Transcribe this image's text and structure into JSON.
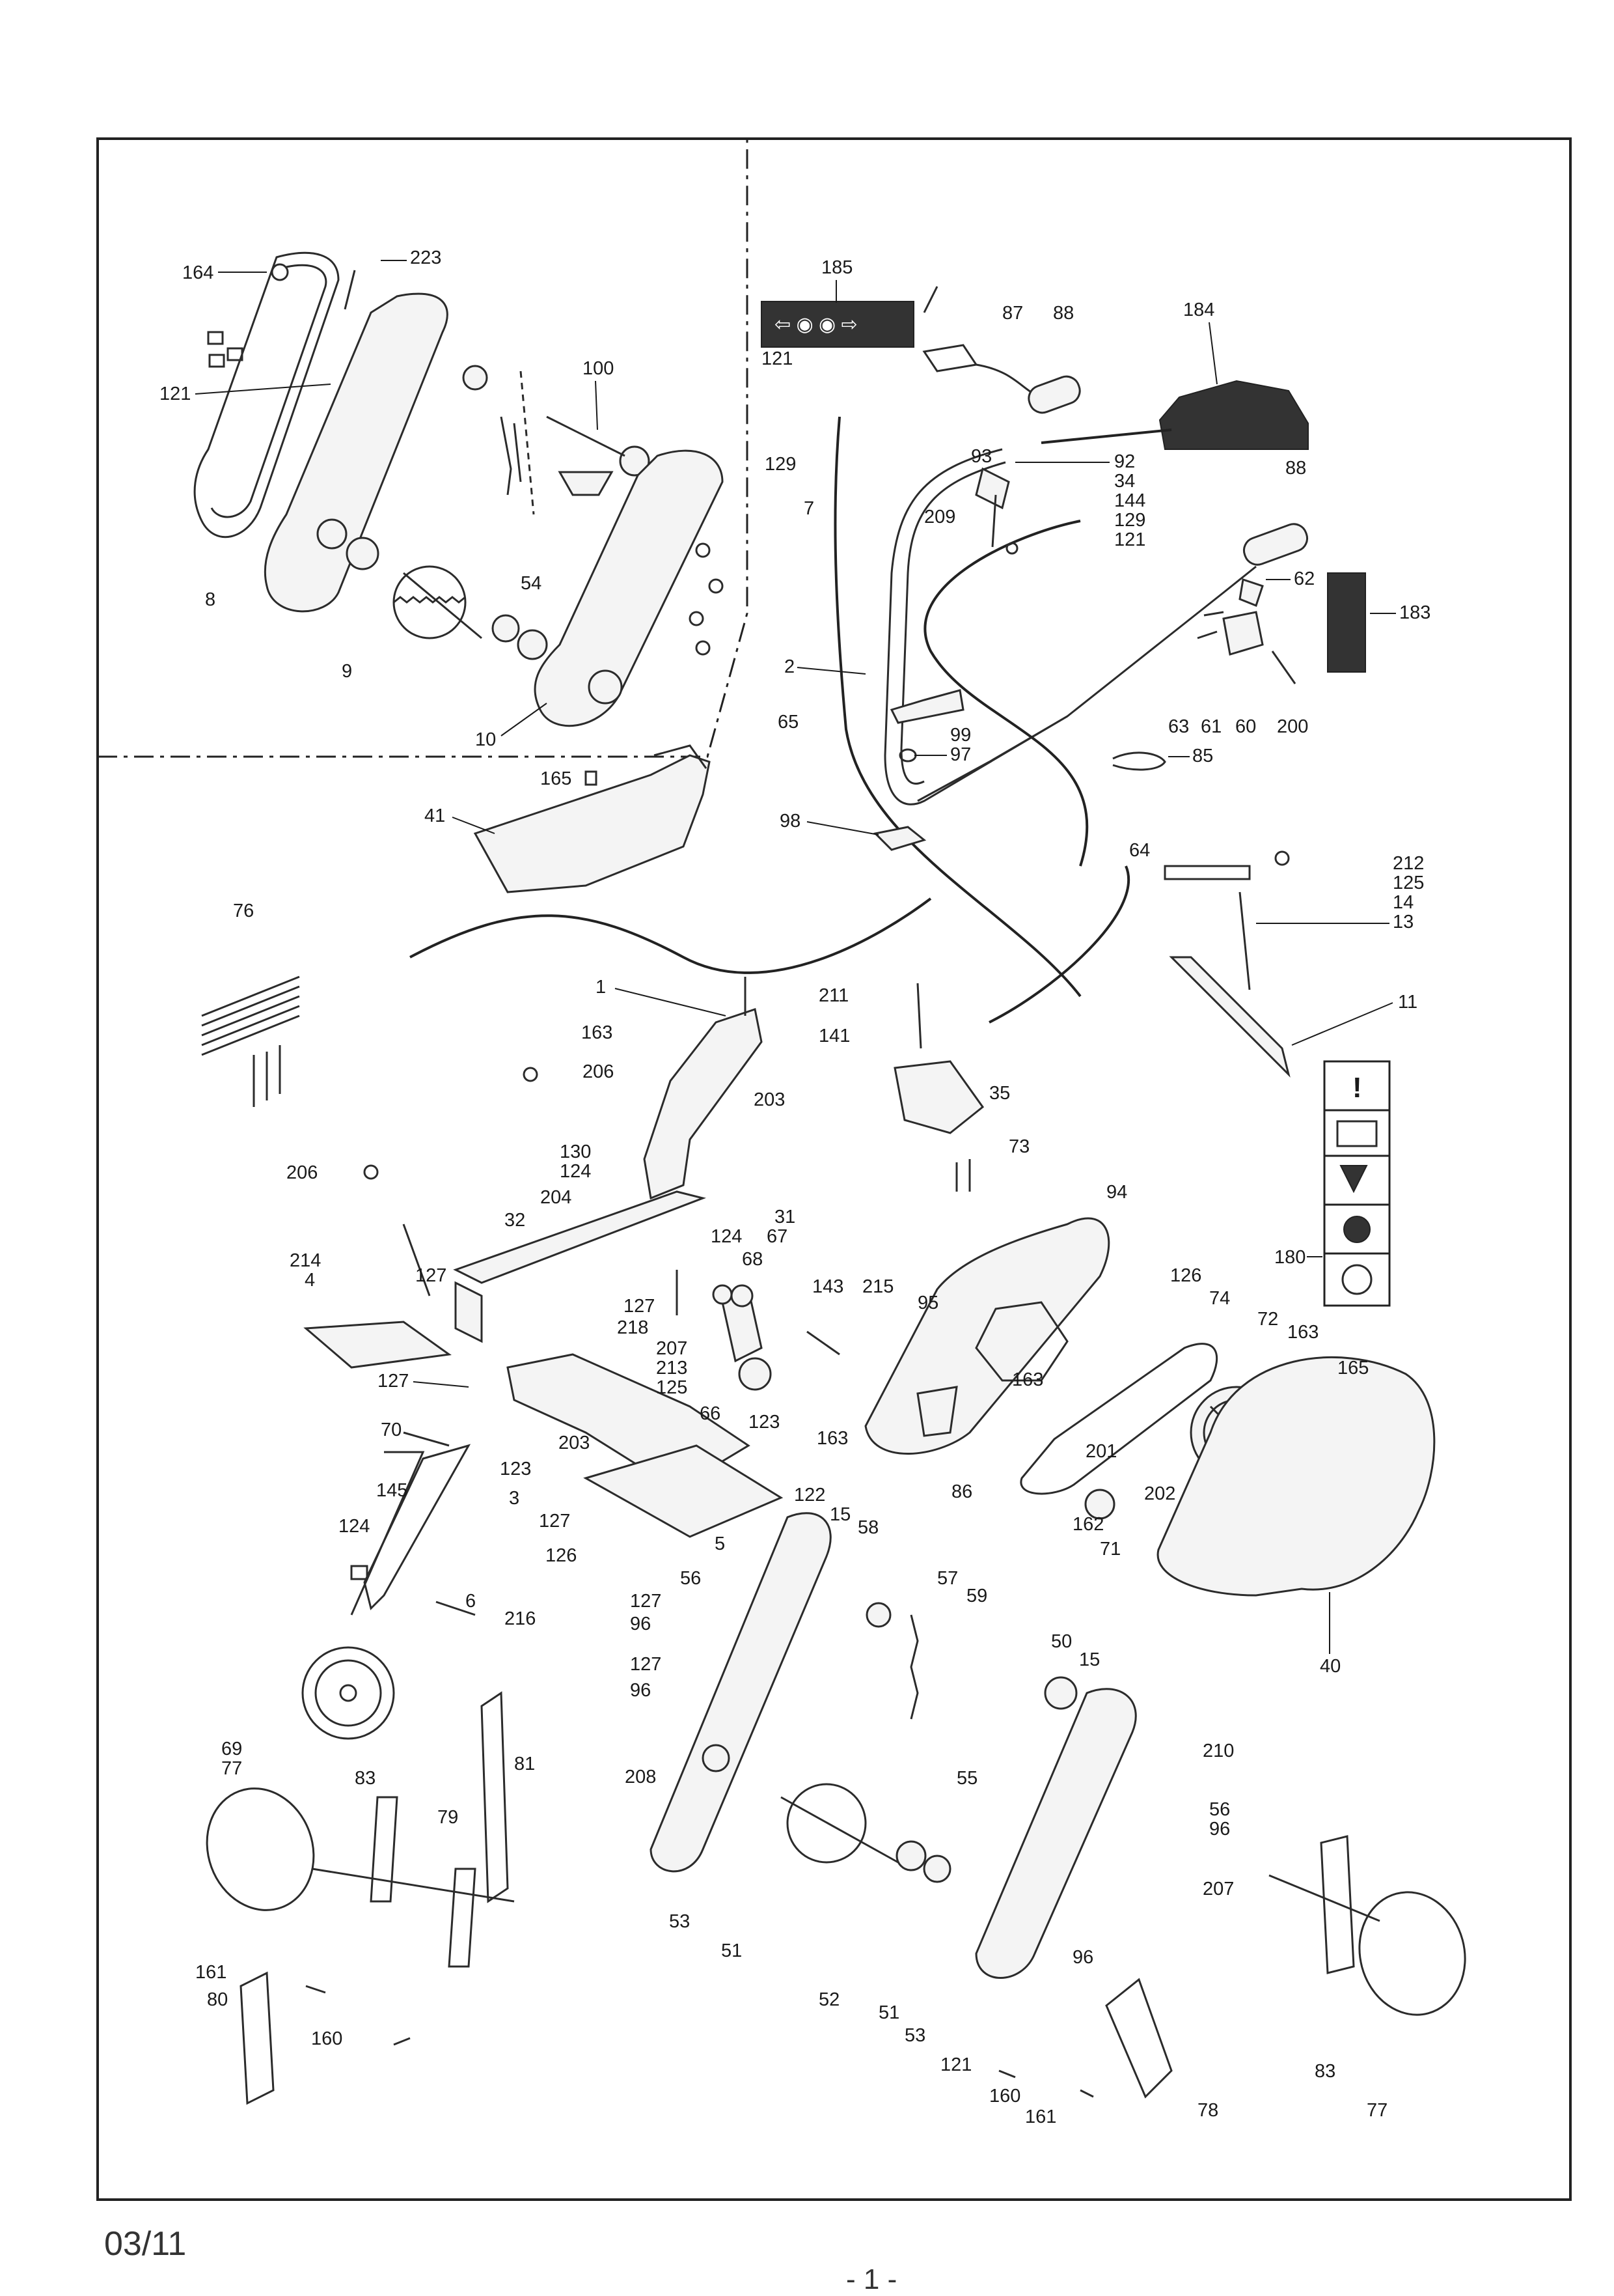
{
  "diagram": {
    "labels": {
      "l164": "164",
      "l223": "223",
      "l121a": "121",
      "l100": "100",
      "l54": "54",
      "l8": "8",
      "l9": "9",
      "l10": "10",
      "l185": "185",
      "l121b": "121",
      "l129a": "129",
      "l7": "7",
      "l87": "87",
      "l88a": "88",
      "l184": "184",
      "l93": "93",
      "l92": "92",
      "l34": "34",
      "l144": "144",
      "l129b": "129",
      "l121c": "121",
      "l209": "209",
      "l88b": "88",
      "l62": "62",
      "l183": "183",
      "l2": "2",
      "l65": "65",
      "l99": "99",
      "l97": "97",
      "l63": "63",
      "l61": "61",
      "l60": "60",
      "l200": "200",
      "l85": "85",
      "l165a": "165",
      "l41": "41",
      "l98": "98",
      "l64": "64",
      "l212": "212",
      "l125a": "125",
      "l14": "14",
      "l13": "13",
      "l76": "76",
      "l11": "11",
      "l1": "1",
      "l211": "211",
      "l163a": "163",
      "l141": "141",
      "l206a": "206",
      "l203a": "203",
      "l35": "35",
      "l130": "130",
      "l206b": "206",
      "l124a": "124",
      "l73": "73",
      "l204": "204",
      "l32": "32",
      "l31": "31",
      "l94": "94",
      "l124b": "124",
      "l67": "67",
      "l68": "68",
      "l214": "214",
      "l4": "4",
      "l127a": "127",
      "l143": "143",
      "l215": "215",
      "l95": "95",
      "l126a": "126",
      "l74": "74",
      "l180": "180",
      "l127b": "127",
      "l218": "218",
      "l207a": "207",
      "l213": "213",
      "l125b": "125",
      "l163b": "163",
      "l72": "72",
      "l163c": "163",
      "l165b": "165",
      "l127c": "127",
      "l66": "66",
      "l123a": "123",
      "l163d": "163",
      "l201": "201",
      "l70": "70",
      "l203b": "203",
      "l123b": "123",
      "l145": "145",
      "l86": "86",
      "l202": "202",
      "l3": "3",
      "l127d": "127",
      "l122": "122",
      "l15a": "15",
      "l162": "162",
      "l124c": "124",
      "l5": "5",
      "l58": "58",
      "l71": "71",
      "l126b": "126",
      "l56a": "56",
      "l57": "57",
      "l59": "59",
      "l6": "6",
      "l127e": "127",
      "l216": "216",
      "l96a": "96",
      "l40": "40",
      "l127f": "127",
      "l96b": "96",
      "l50": "50",
      "l15b": "15",
      "l69": "69",
      "l77a": "77",
      "l81": "81",
      "l210": "210",
      "l83a": "83",
      "l208": "208",
      "l55": "55",
      "l56b": "56",
      "l79": "79",
      "l96c": "96",
      "l207b": "207",
      "l161a": "161",
      "l53a": "53",
      "l51a": "51",
      "l96d": "96",
      "l80": "80",
      "l52": "52",
      "l51b": "51",
      "l53b": "53",
      "l160a": "160",
      "l121d": "121",
      "l160b": "160",
      "l161b": "161",
      "l78": "78",
      "l83b": "83",
      "l77b": "77"
    },
    "warning_symbol": "!",
    "footer": {
      "date": "03/11",
      "page": "- 1 -"
    }
  }
}
